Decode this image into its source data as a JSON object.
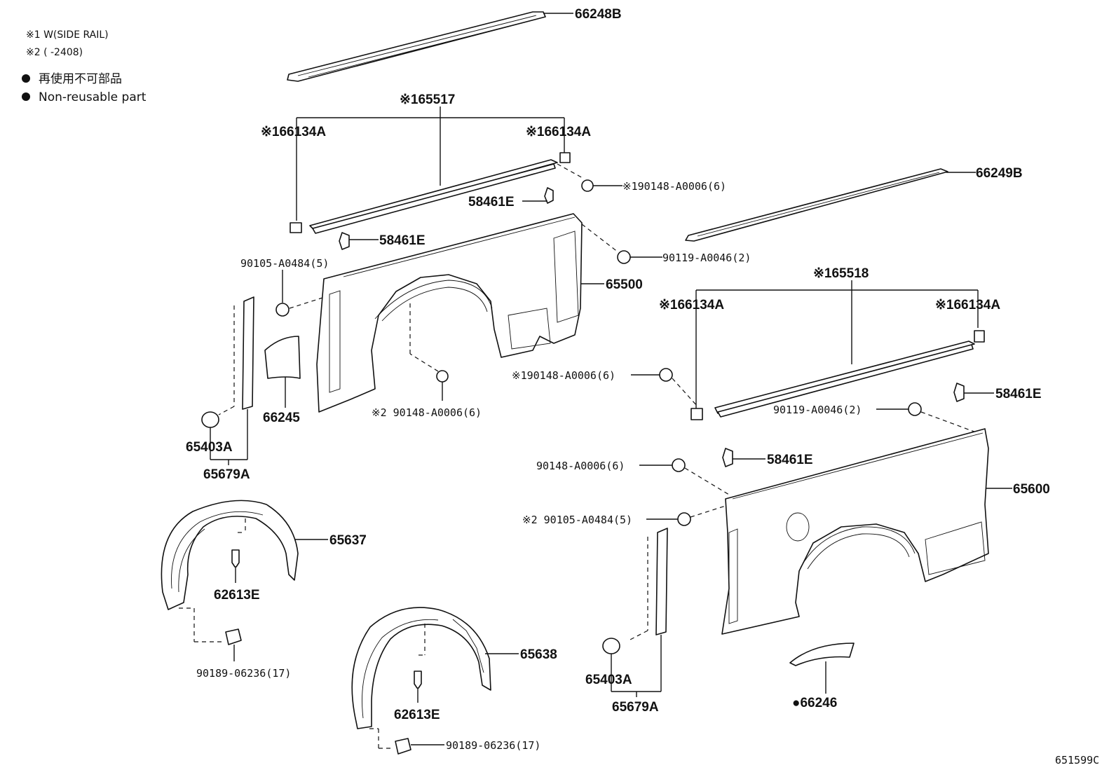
{
  "legend": {
    "note1": "※1 W(SIDE RAIL)",
    "note2": "※2 (      -2408)",
    "nonreusable_jp": "再使用不可部品",
    "nonreusable_en": "Non-reusable part"
  },
  "labels": {
    "p66248B": "66248B",
    "p65517": "※165517",
    "p66134A_1": "※166134A",
    "p66134A_2": "※166134A",
    "p90148_1": "※190148-A0006(6)",
    "p58461E_1": "58461E",
    "p66249B": "66249B",
    "p58461E_2": "58461E",
    "p90105_1": "90105-A0484(5)",
    "p90119_1": "90119-A0046(2)",
    "p65500": "65500",
    "p65518": "※165518",
    "p66134A_3": "※166134A",
    "p66134A_4": "※166134A",
    "p90148_2": "※190148-A0006(6)",
    "p58461E_3": "58461E",
    "p90148_3": "※2  90148-A0006(6)",
    "p90119_2": "90119-A0046(2)",
    "p66245": "66245",
    "p65403A_1": "65403A",
    "p65679A_1": "65679A",
    "p58461E_4": "58461E",
    "p90148_4": "90148-A0006(6)",
    "p65600": "65600",
    "p90105_2": "※2  90105-A0484(5)",
    "p65637": "65637",
    "p62613E_1": "62613E",
    "p90189_1": "90189-06236(17)",
    "p65638": "65638",
    "p62613E_2": "62613E",
    "p90189_2": "90189-06236(17)",
    "p65403A_2": "65403A",
    "p65679A_2": "65679A",
    "p66246": "●66246",
    "figure_code": "651599C"
  }
}
